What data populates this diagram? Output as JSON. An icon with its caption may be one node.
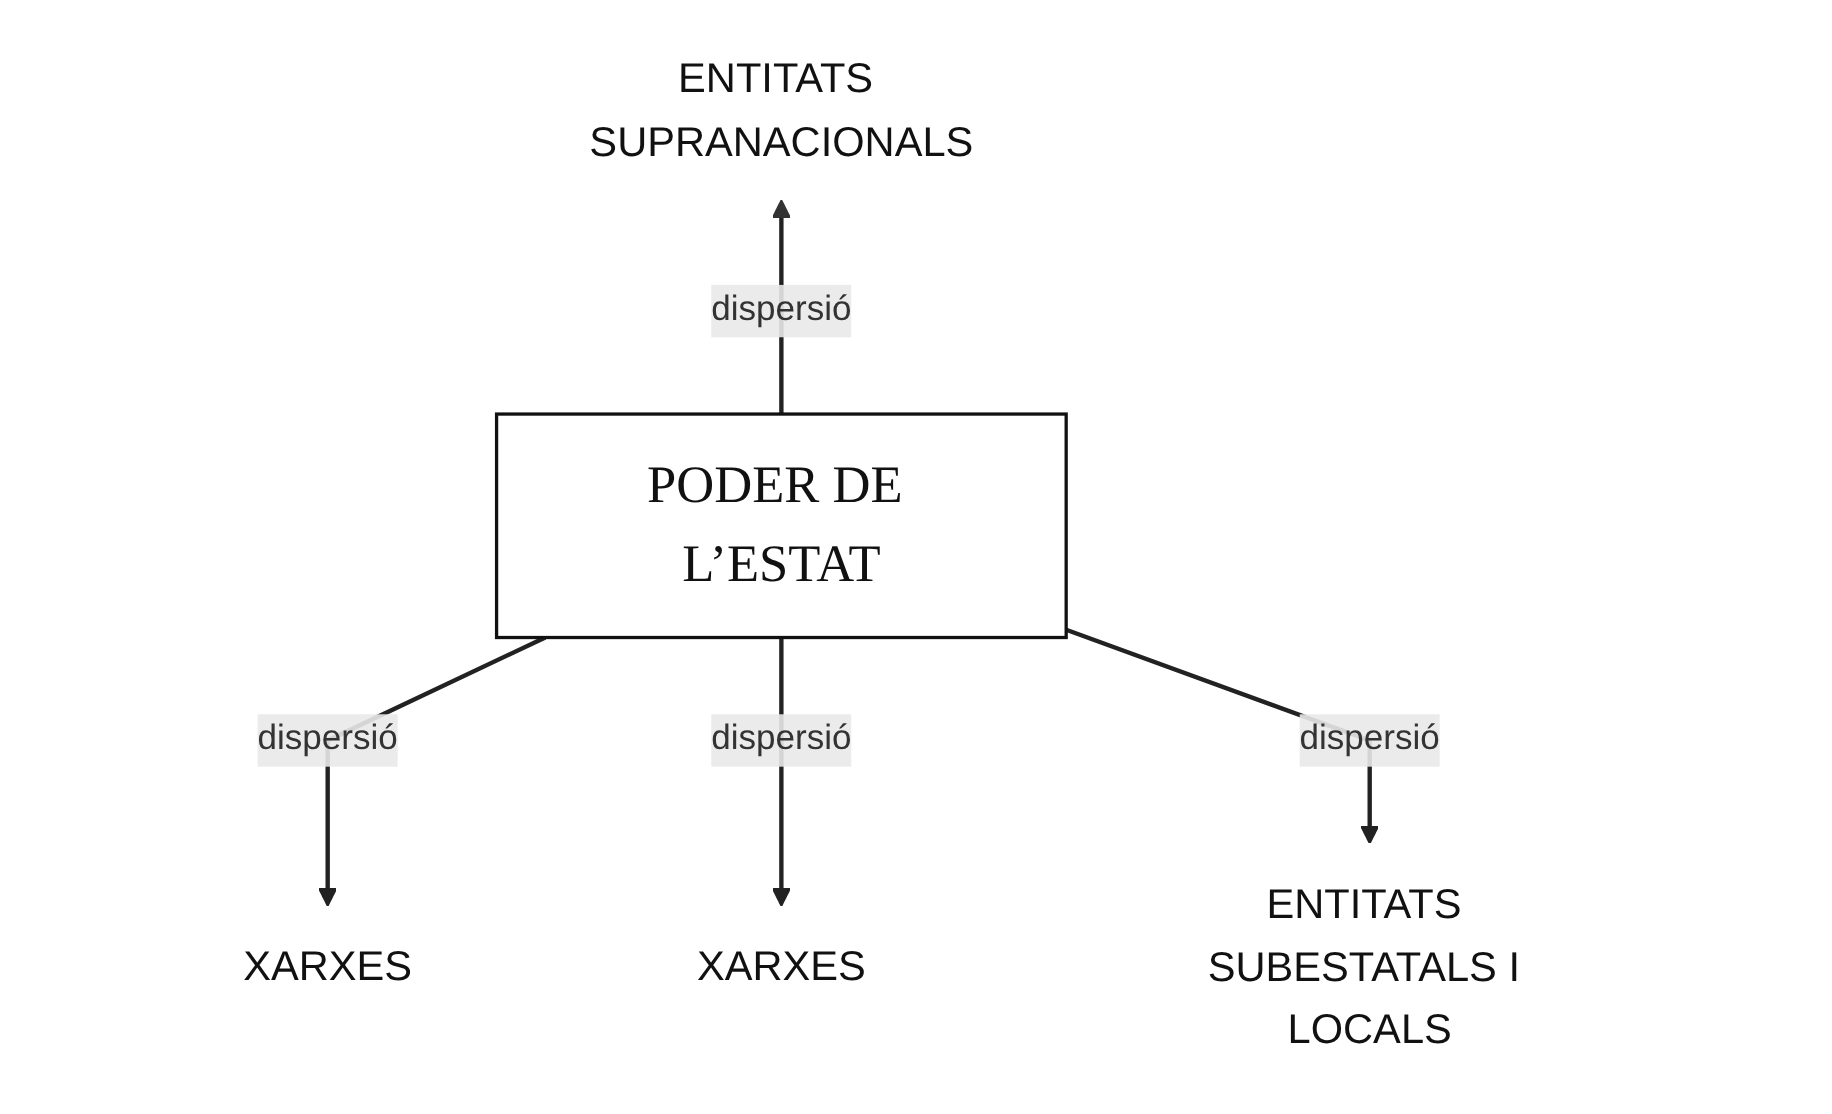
{
  "diagram": {
    "nodes": [
      {
        "text": [
          "ENTITATS SUPRANACIONALS"
        ]
      },
      {
        "text": [
          "XARXES"
        ]
      },
      {
        "text": [
          "PODER DE L’ESTAT"
        ]
      },
      {
        "text": [
          "XARXES"
        ]
      },
      {
        "text": [
          "ENTITATS SUBESTATALS I LOCALS"
        ]
      }
    ],
    "edges": [
      {
        "from": 2,
        "to": 0,
        "arrow": "to",
        "label": "dispersió"
      },
      {
        "from": 2,
        "to": 1,
        "arrow": "to",
        "label": "dispersió"
      },
      {
        "from": 2,
        "to": 3,
        "arrow": "to",
        "label": "dispersió"
      },
      {
        "from": 2,
        "to": 4,
        "arrow": "to",
        "label": "dispersió"
      }
    ]
  }
}
